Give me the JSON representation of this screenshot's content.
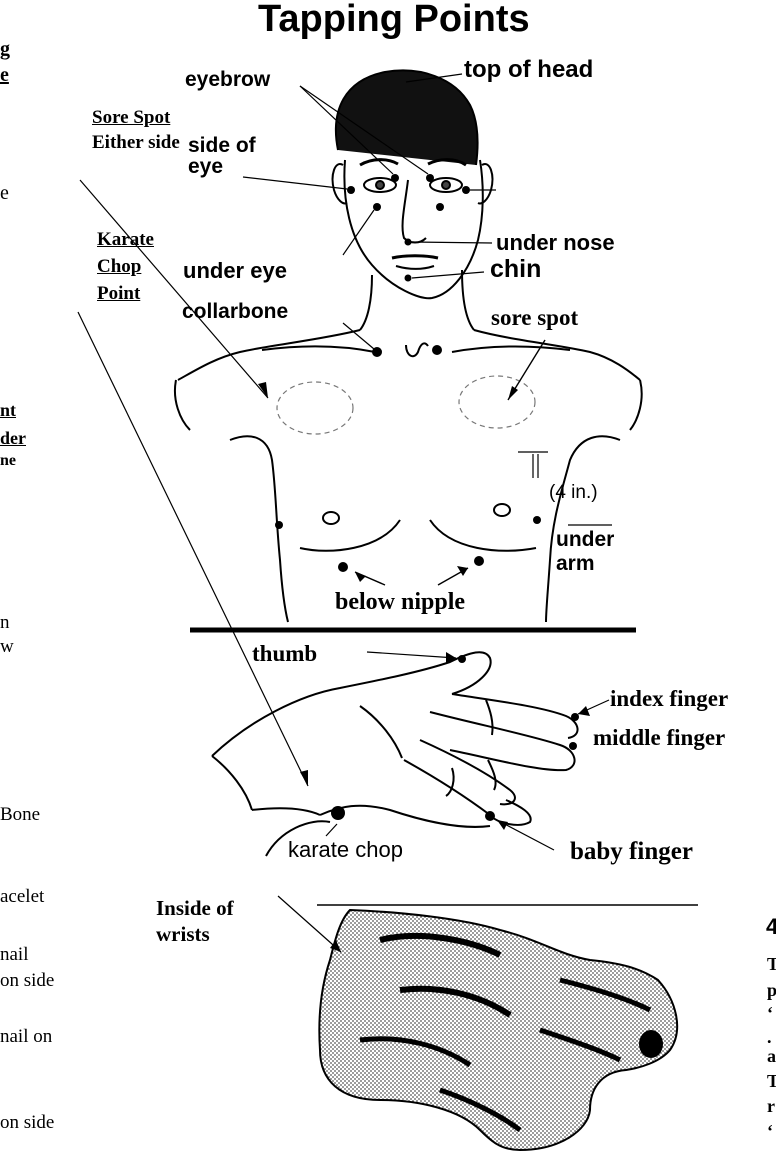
{
  "title": "Tapping Points",
  "left_column": {
    "frag_1": "g",
    "frag_2": "e",
    "frag_3": "e",
    "frag_4": "nt",
    "frag_5": "der",
    "frag_6": "ne",
    "frag_7": "n",
    "frag_8": "w",
    "frag_9": "Bone",
    "frag_10": "acelet",
    "frag_11": "nail",
    "frag_12": "on side",
    "frag_13": "nail on",
    "frag_14": "on side"
  },
  "callouts": {
    "sore_spot_title": "Sore Spot",
    "sore_spot_sub": "Either side",
    "karate_1": "Karate",
    "karate_2": "Chop",
    "karate_3": "Point"
  },
  "labels": {
    "top_of_head": "top of head",
    "eyebrow": "eyebrow",
    "side_of_eye_1": "side of",
    "side_of_eye_2": "eye",
    "under_nose": "under nose",
    "under_eye": "under eye",
    "chin": "chin",
    "collarbone": "collarbone",
    "sore_spot": "sore spot",
    "four_in": "(4 in.)",
    "under_arm_1": "under",
    "under_arm_2": "arm",
    "below_nipple": "below nipple",
    "thumb": "thumb",
    "index_finger": "index finger",
    "middle_finger": "middle finger",
    "karate_chop": "karate chop",
    "baby_finger": "baby finger",
    "inside_wrists_1": "Inside of",
    "inside_wrists_2": "wrists"
  },
  "right_edge": {
    "digit": "4",
    "r1": "T",
    "r2": "p",
    "r3": "‘",
    "r4": ".",
    "r5": "a",
    "r6": "T",
    "r7": "r",
    "r8": "‘"
  }
}
